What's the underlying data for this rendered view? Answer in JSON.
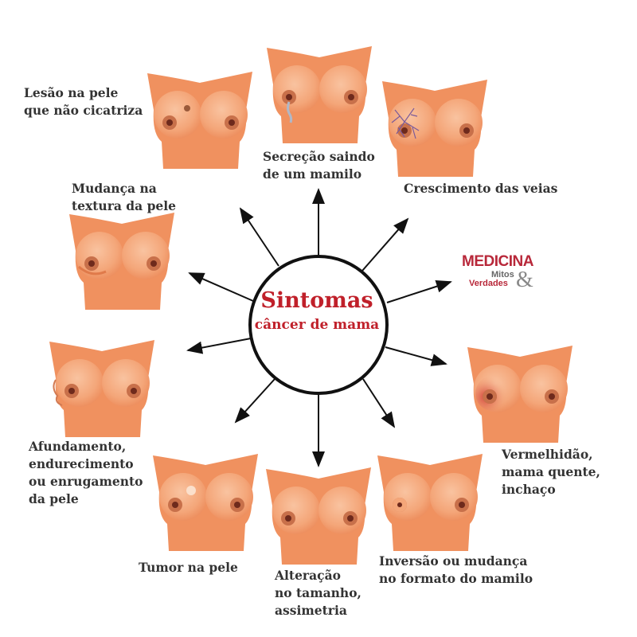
{
  "center": {
    "title": "Sintomas",
    "subtitle": "câncer de mama"
  },
  "logo": {
    "line1": "MEDICINA",
    "line2": "Mitos",
    "line3": "Verdades",
    "amp": "&"
  },
  "symptoms": [
    {
      "lines": [
        "Lesão na pele",
        "que não cicatriza"
      ]
    },
    {
      "lines": [
        "Secreção saindo",
        "de um mamilo"
      ]
    },
    {
      "lines": [
        "Crescimento das veias"
      ]
    },
    {
      "lines": [
        "Mudança na",
        "textura da pele"
      ]
    },
    {
      "lines": [
        "Afundamento,",
        "endurecimento",
        "ou enrugamento",
        "da pele"
      ]
    },
    {
      "lines": [
        "Vermelhidão,",
        "mama quente,",
        "inchaço"
      ]
    },
    {
      "lines": [
        "Tumor na pele"
      ]
    },
    {
      "lines": [
        "Alteração",
        "no tamanho,",
        "assimetria"
      ]
    },
    {
      "lines": [
        "Inversão ou mudança",
        "no formato do mamilo"
      ]
    }
  ],
  "colors": {
    "skin": "#f0915f",
    "accent": "#c0202a",
    "text": "#333333"
  }
}
